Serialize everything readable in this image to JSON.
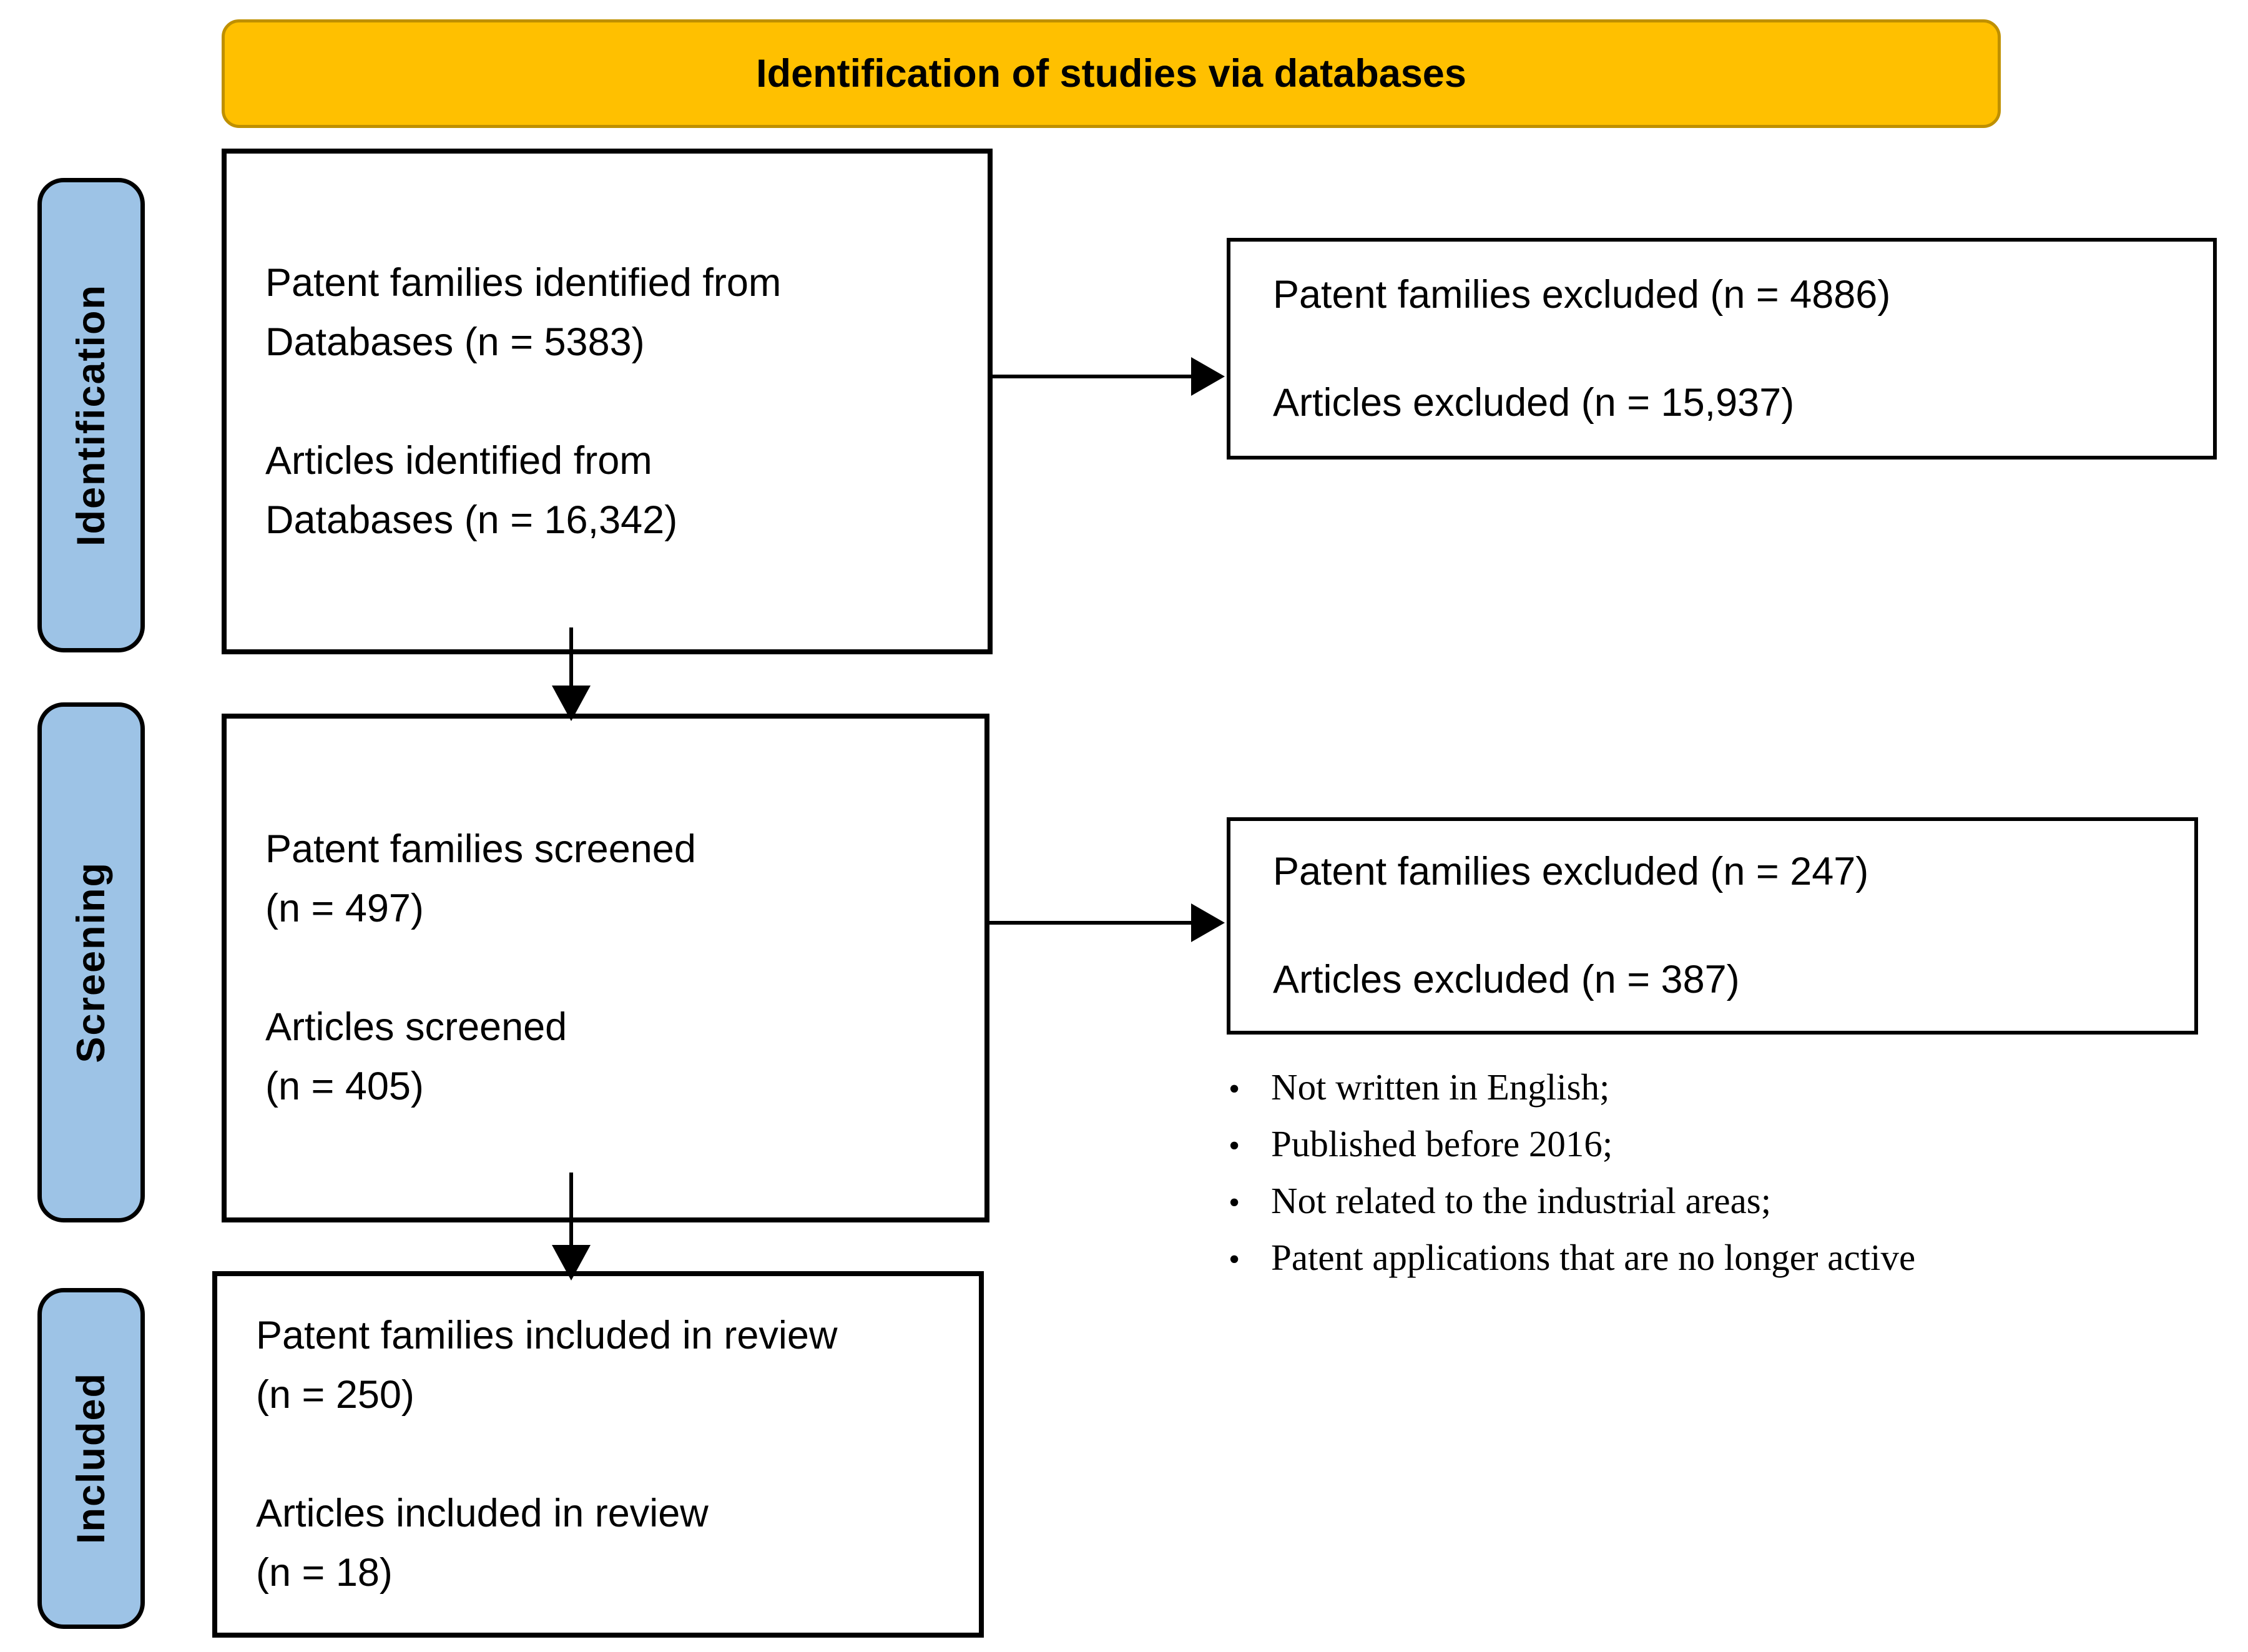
{
  "banner": {
    "title": "Identification of studies via databases"
  },
  "sidebar": {
    "identification_label": "Identification",
    "screening_label": "Screening",
    "included_label": "Included"
  },
  "boxes": {
    "identified": {
      "para1": "Patent families identified from\nDatabases (n = 5383)",
      "para2": "Articles identified from\nDatabases (n = 16,342)"
    },
    "screened": {
      "para1": "Patent families screened\n(n = 497)",
      "para2": "Articles screened\n(n = 405)"
    },
    "included": {
      "para1": "Patent families included in review\n(n = 250)",
      "para2": "Articles included in review\n(n = 18)"
    },
    "excluded_identification": {
      "para1": "Patent families excluded (n = 4886)",
      "para2": "Articles excluded (n = 15,937)"
    },
    "excluded_screening": {
      "para1": "Patent families excluded (n = 247)",
      "para2": "Articles excluded (n = 387)"
    }
  },
  "exclusion_reasons": [
    "Not written in English;",
    "Published before 2016;",
    "Not related to the industrial areas;",
    "Patent applications that are no longer active"
  ],
  "bullet_glyph": "•",
  "colors": {
    "banner_fill": "#FFC000",
    "banner_border": "#BF9000",
    "stage_pill_fill": "#9DC3E6",
    "border_color": "#000000",
    "background": "#FFFFFF"
  }
}
